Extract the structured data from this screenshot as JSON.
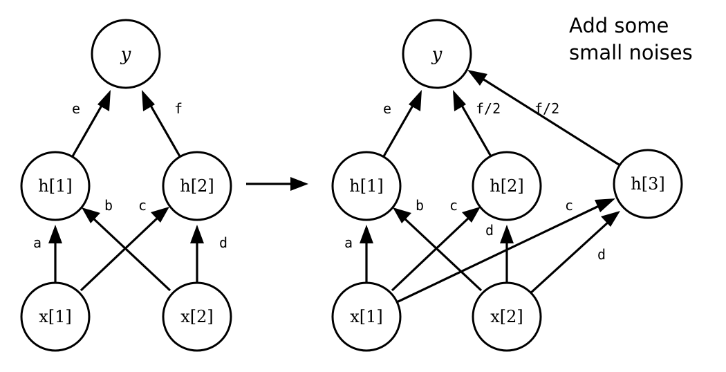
{
  "annotation": {
    "lines": [
      "Add some",
      "small noises"
    ]
  },
  "left_network": {
    "nodes": {
      "y": "y",
      "h1": "h[1]",
      "h2": "h[2]",
      "x1": "x[1]",
      "x2": "x[2]"
    },
    "weights": {
      "a": "a",
      "b": "b",
      "c": "c",
      "d": "d",
      "e": "e",
      "f": "f"
    }
  },
  "right_network": {
    "nodes": {
      "y": "y",
      "h1": "h[1]",
      "h2": "h[2]",
      "h3": "h[3]",
      "x1": "x[1]",
      "x2": "x[2]"
    },
    "weights": {
      "a": "a",
      "b": "b",
      "c_h2": "c",
      "d_h2": "d",
      "c_h3": "c",
      "d_h3": "d",
      "e": "e",
      "f_h2": "f/2",
      "f_h3": "f/2"
    }
  },
  "colors": {
    "stroke": "#000000",
    "background": "#ffffff"
  }
}
